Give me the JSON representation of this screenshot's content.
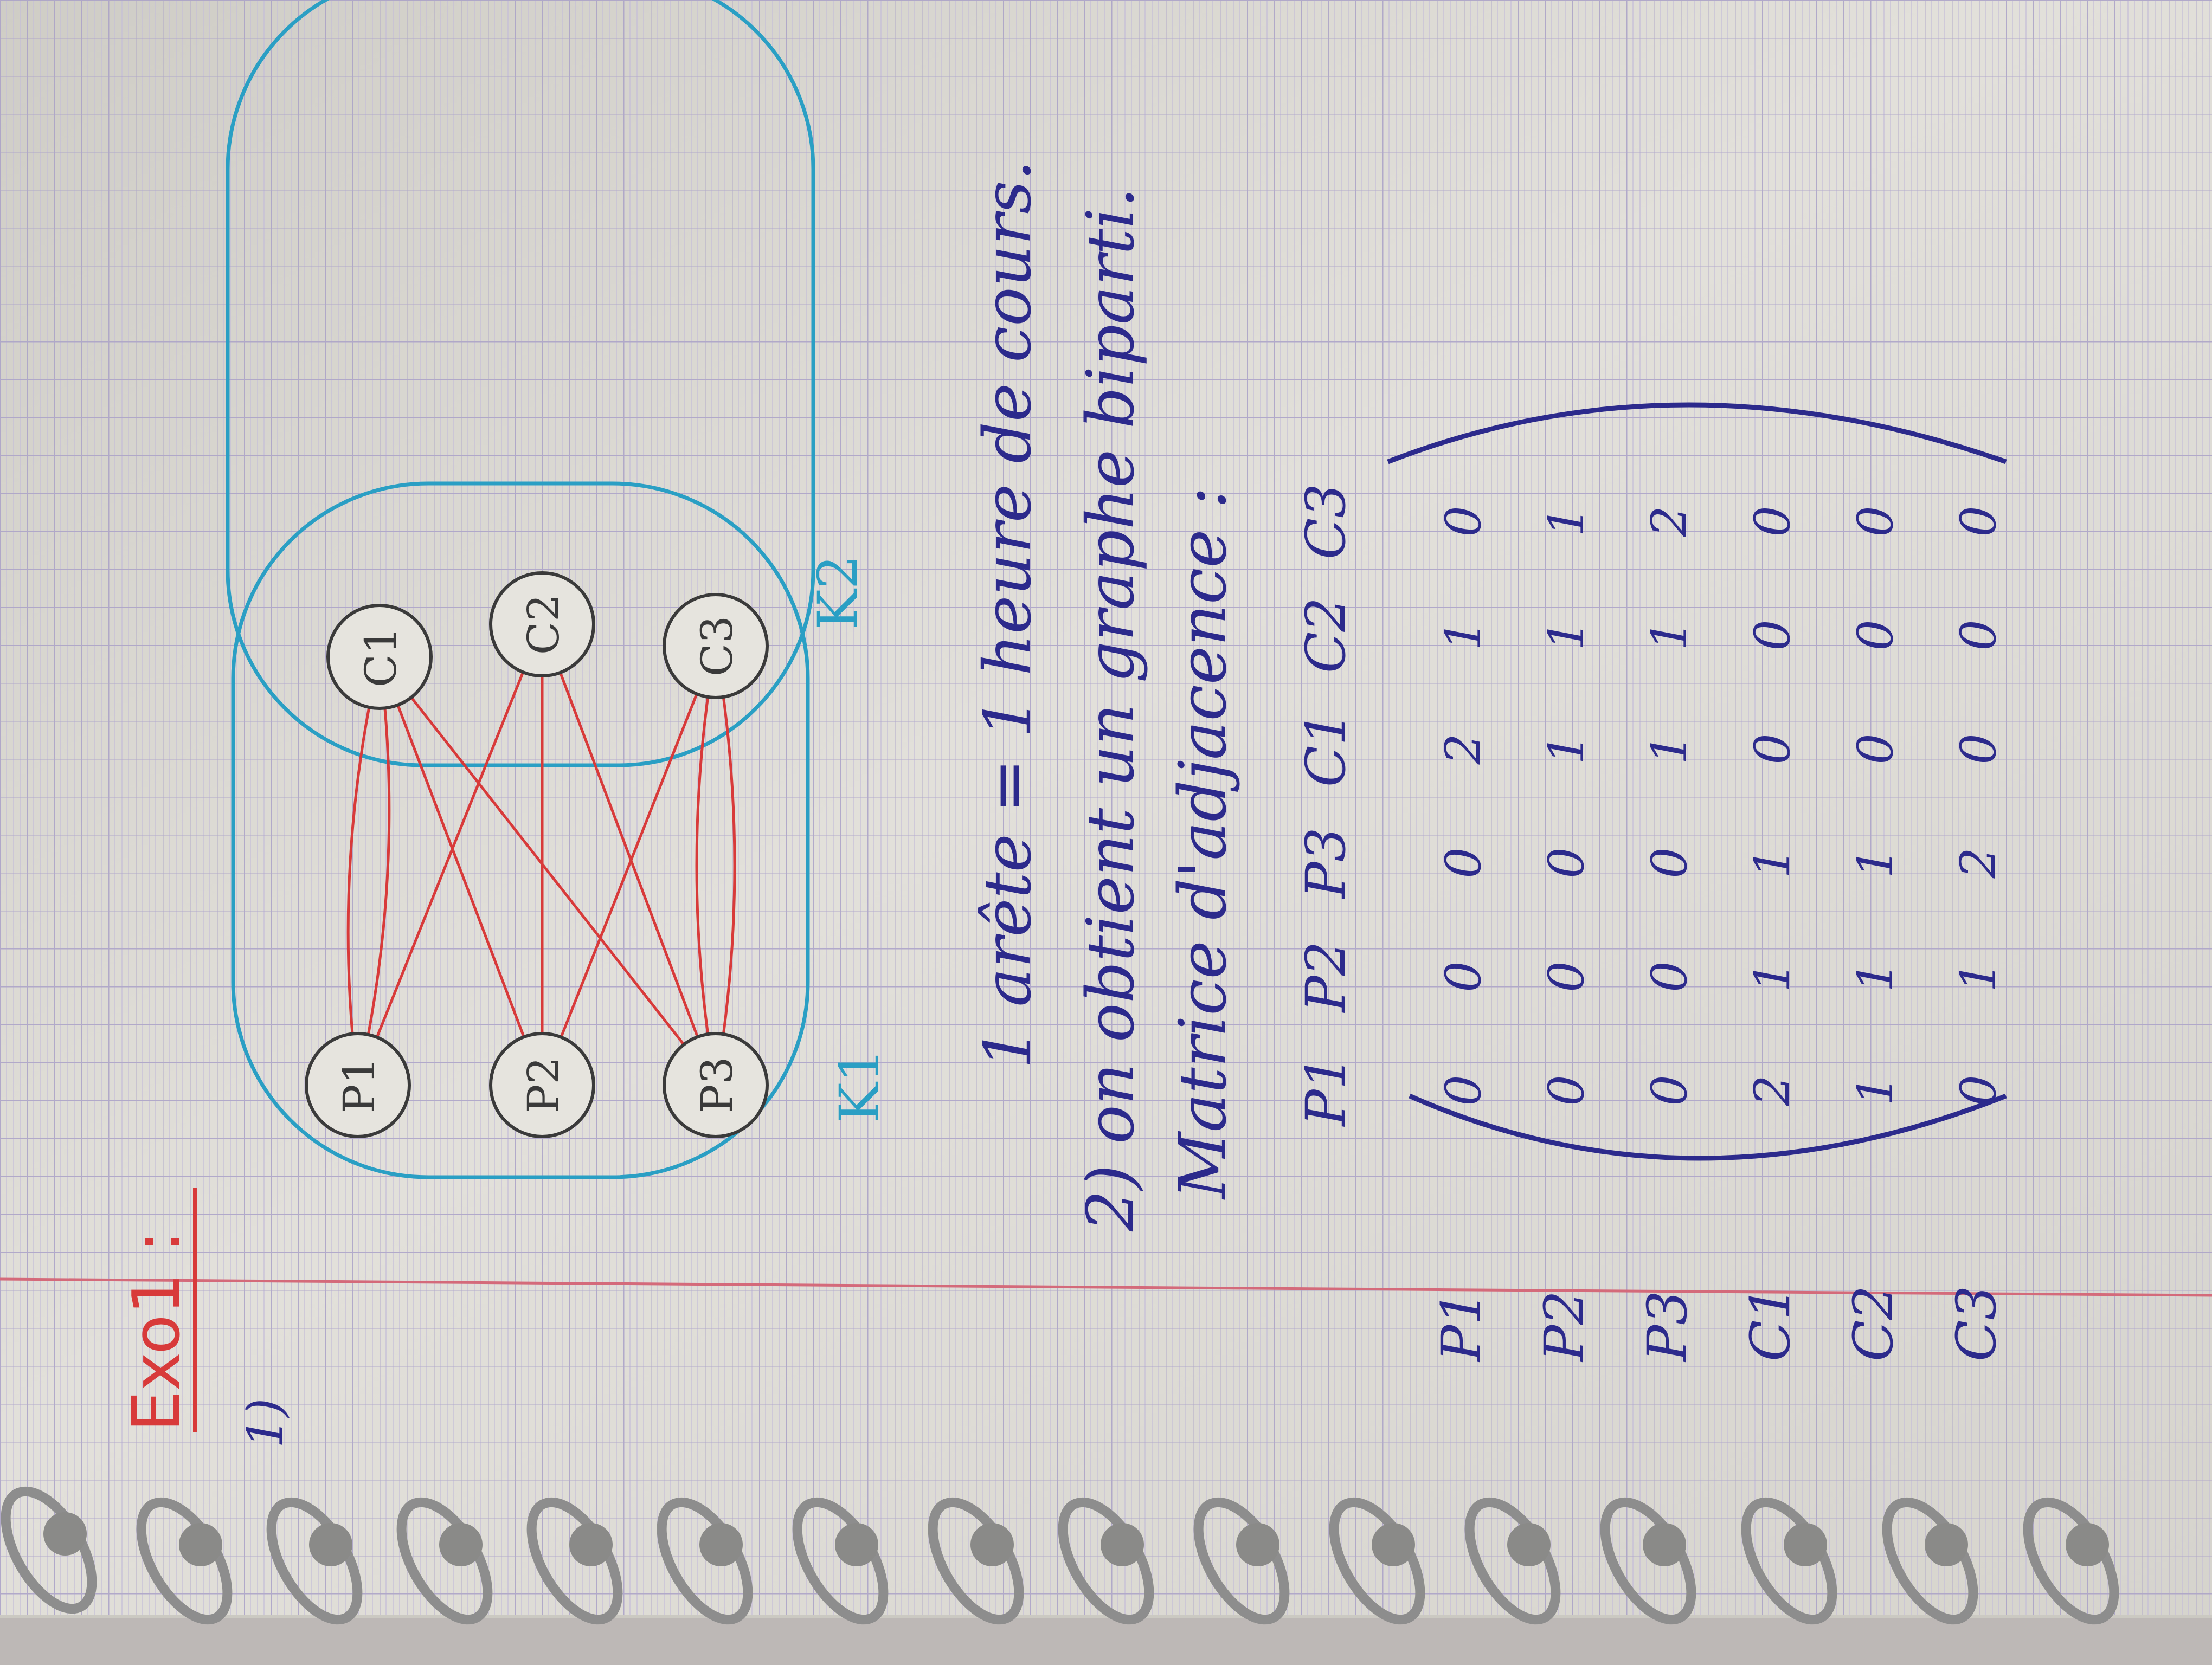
{
  "page": {
    "title": "Exo1 :",
    "question_number": "1)",
    "colors": {
      "blue_ink": "#2c2a8c",
      "red_ink": "#d83a3a",
      "cyan_ink": "#2a9fc4",
      "graphite": "#3a3a3a"
    }
  },
  "graph": {
    "set_left_label": "K1",
    "set_right_label": "K2",
    "nodes_left": [
      "P1",
      "P2",
      "P3"
    ],
    "nodes_right": [
      "C1",
      "C2",
      "C3"
    ]
  },
  "notes": {
    "line1": "1 arête = 1 heure de cours.",
    "line2": "2) on obtient un graphe biparti.",
    "line3": "Matrice d'adjacence :"
  },
  "matrix": {
    "col_headers": [
      "P1",
      "P2",
      "P3",
      "C1",
      "C2",
      "C3"
    ],
    "row_headers": [
      "P1",
      "P2",
      "P3",
      "C1",
      "C2",
      "C3"
    ],
    "rows": [
      [
        "0",
        "0",
        "0",
        "2",
        "1",
        "0"
      ],
      [
        "0",
        "0",
        "0",
        "1",
        "1",
        "1"
      ],
      [
        "0",
        "0",
        "0",
        "1",
        "1",
        "2"
      ],
      [
        "2",
        "1",
        "1",
        "0",
        "0",
        "0"
      ],
      [
        "1",
        "1",
        "1",
        "0",
        "0",
        "0"
      ],
      [
        "0",
        "1",
        "2",
        "0",
        "0",
        "0"
      ]
    ]
  }
}
